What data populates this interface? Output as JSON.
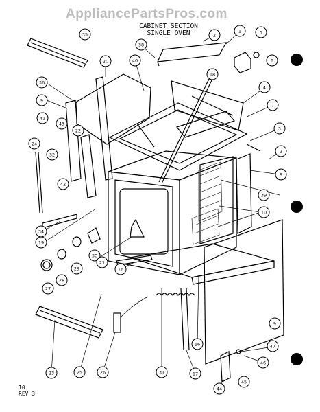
{
  "watermark": "AppliancePartsPros.com",
  "heading": {
    "line1": "CABINET SECTION",
    "line2": "SINGLE OVEN"
  },
  "footer": {
    "line1": "10",
    "line2": "REV 3"
  },
  "callouts": [
    {
      "label": "35"
    },
    {
      "label": "2"
    },
    {
      "label": "1"
    },
    {
      "label": "5"
    },
    {
      "label": "38"
    },
    {
      "label": "6"
    },
    {
      "label": "20"
    },
    {
      "label": "40"
    },
    {
      "label": "36"
    },
    {
      "label": "18"
    },
    {
      "label": "4"
    },
    {
      "label": "9"
    },
    {
      "label": "7"
    },
    {
      "label": "43"
    },
    {
      "label": "41"
    },
    {
      "label": "22"
    },
    {
      "label": "3"
    },
    {
      "label": "24"
    },
    {
      "label": "32"
    },
    {
      "label": "2"
    },
    {
      "label": "8"
    },
    {
      "label": "42"
    },
    {
      "label": "39"
    },
    {
      "label": "10"
    },
    {
      "label": "34"
    },
    {
      "label": "19"
    },
    {
      "label": "30"
    },
    {
      "label": "29"
    },
    {
      "label": "28"
    },
    {
      "label": "27"
    },
    {
      "label": "21"
    },
    {
      "label": "16"
    },
    {
      "label": "9"
    },
    {
      "label": "16"
    },
    {
      "label": "47"
    },
    {
      "label": "46"
    },
    {
      "label": "23"
    },
    {
      "label": "25"
    },
    {
      "label": "26"
    },
    {
      "label": "31"
    },
    {
      "label": "17"
    },
    {
      "label": "44"
    },
    {
      "label": "45"
    }
  ]
}
